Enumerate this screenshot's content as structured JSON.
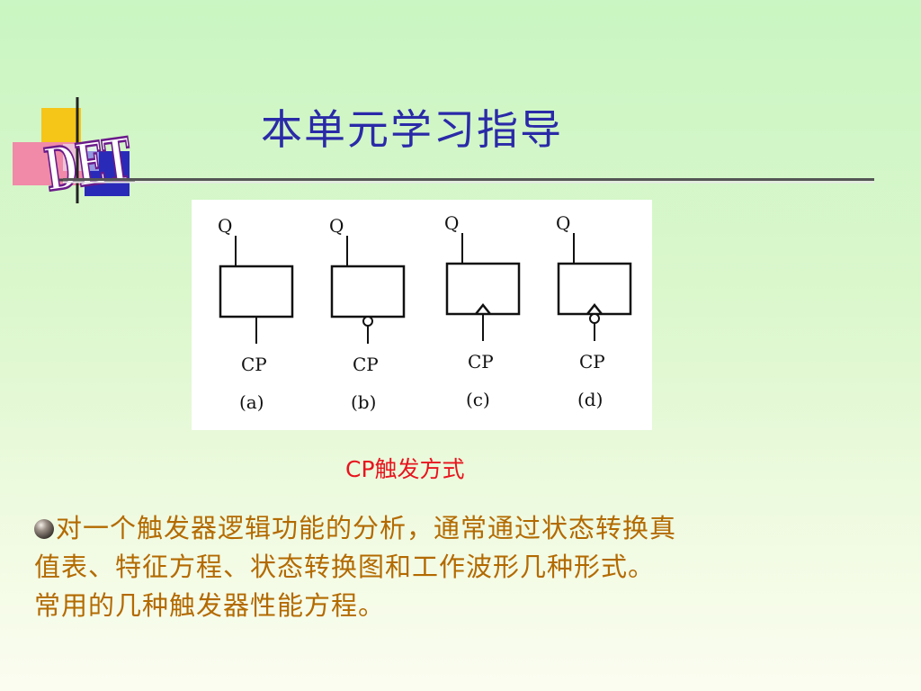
{
  "logo": {
    "text": "DET"
  },
  "header": {
    "title": "本单元学习指导"
  },
  "figure": {
    "panels": [
      {
        "output_label": "Q",
        "input_label": "CP",
        "caption": "(a)",
        "inverter_bubble": false,
        "edge_triangle": false
      },
      {
        "output_label": "Q",
        "input_label": "CP",
        "caption": "(b)",
        "inverter_bubble": true,
        "edge_triangle": false
      },
      {
        "output_label": "Q",
        "input_label": "CP",
        "caption": "(c)",
        "inverter_bubble": false,
        "edge_triangle": true
      },
      {
        "output_label": "Q",
        "input_label": "CP",
        "caption": "(d)",
        "inverter_bubble": true,
        "edge_triangle": true
      }
    ],
    "caption": "CP触发方式"
  },
  "body": {
    "lines": [
      "对一个触发器逻辑功能的分析，通常通过状态转换真",
      "值表、特征方程、状态转换图和工作波形几种形式。",
      "常用的几种触发器性能方程。"
    ]
  },
  "colors": {
    "title": "#2a2aa8",
    "caption": "#e8141e",
    "body_text": "#b36a00"
  }
}
